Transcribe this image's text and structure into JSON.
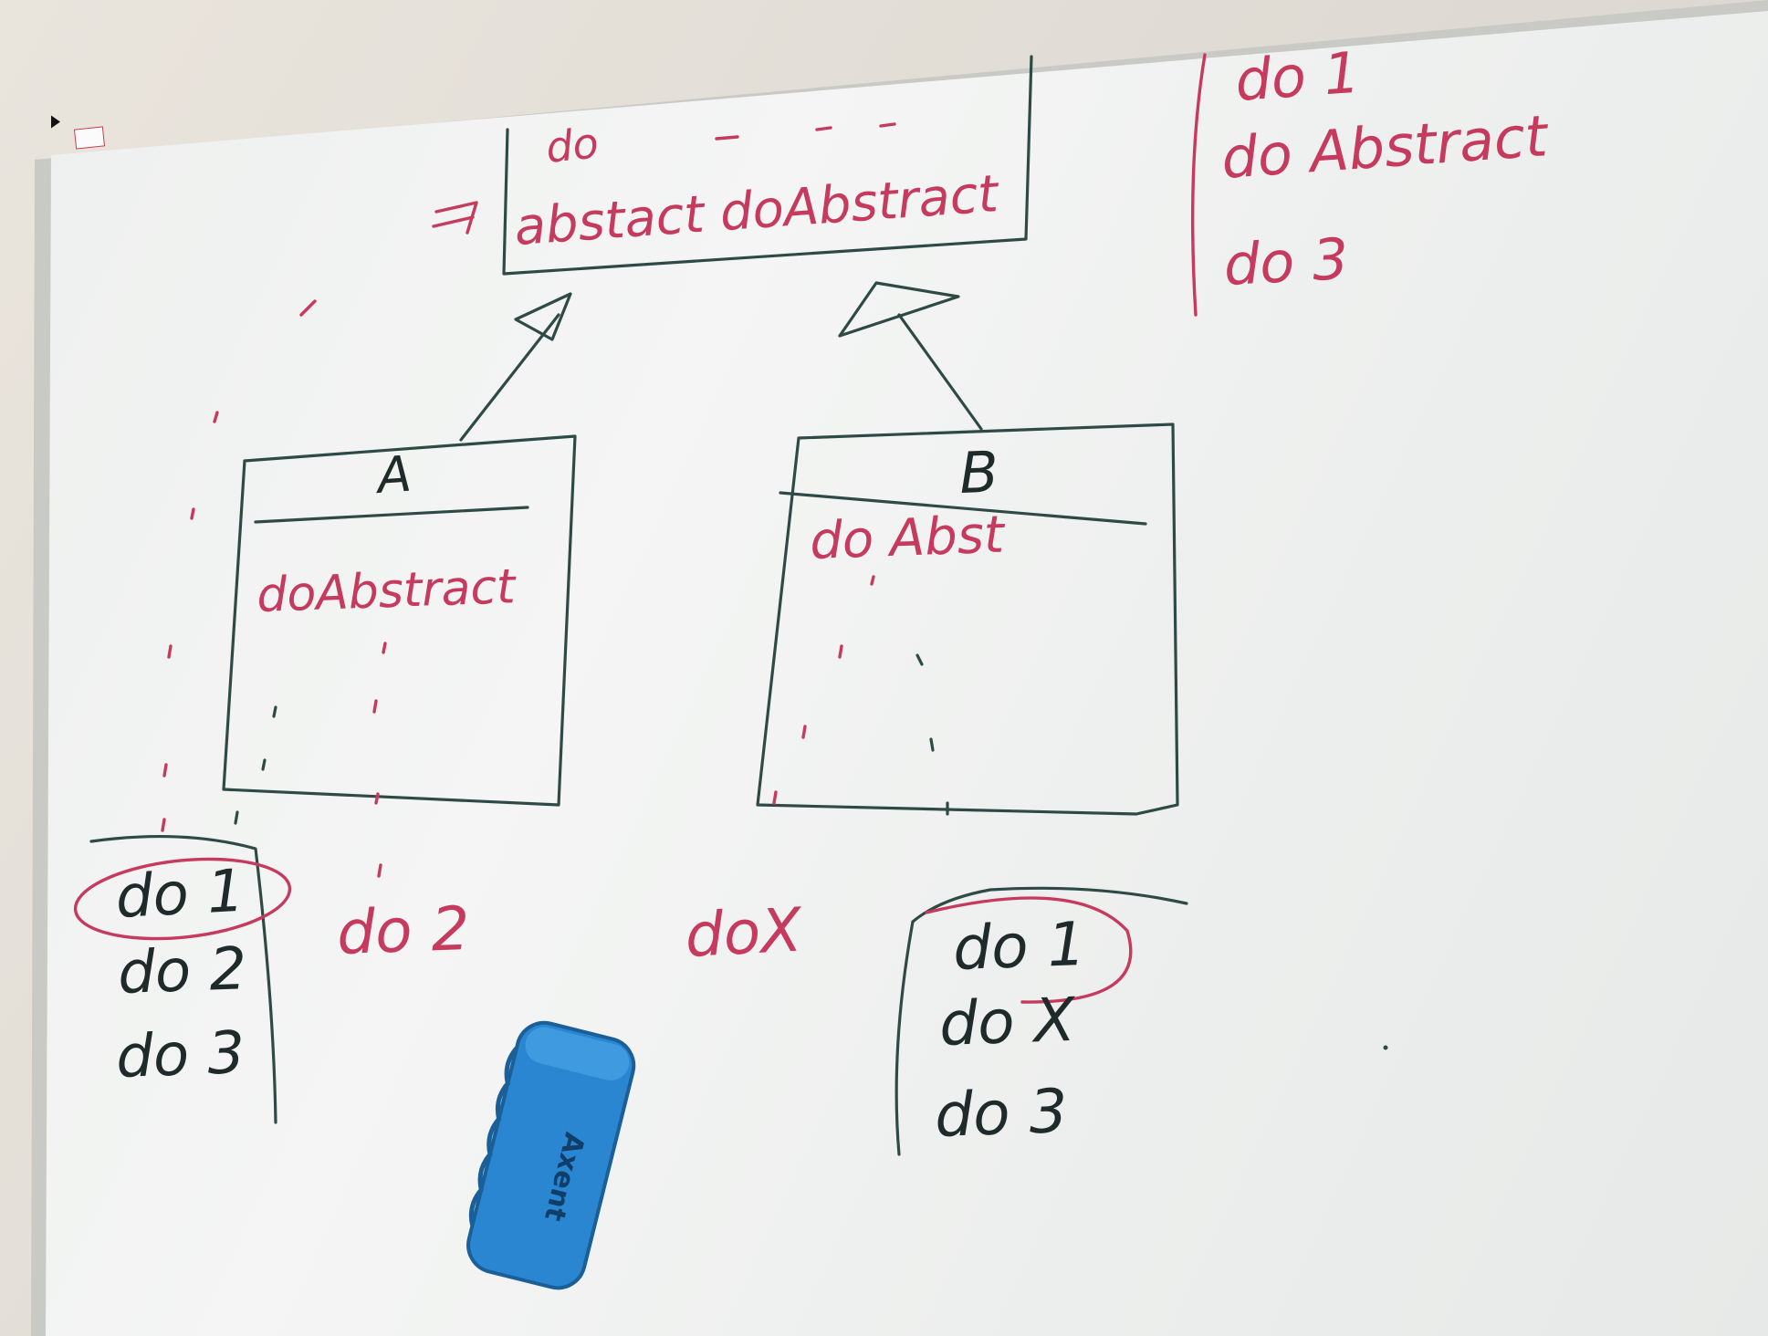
{
  "board": {
    "ink_colors": {
      "red": "#c63a5e",
      "dark": "#1f2a2a",
      "green": "#2f4a45"
    }
  },
  "abstract_class": {
    "header_text": "do",
    "method_text": "abstact doAbstract"
  },
  "class_a": {
    "name": "A",
    "method_text": "doAbstract"
  },
  "class_b": {
    "name": "B",
    "method_text": "do Abst"
  },
  "right_list": [
    "do 1",
    "do Abstract",
    "do 3"
  ],
  "left_list": [
    "do 1",
    "do 2",
    "do 3"
  ],
  "middle_labels": {
    "do2": "do 2",
    "dox": "doX"
  },
  "b_list": [
    "do 1",
    "do X",
    "do 3"
  ],
  "eraser": {
    "brand": "Axent",
    "color": "#2a86d0"
  }
}
